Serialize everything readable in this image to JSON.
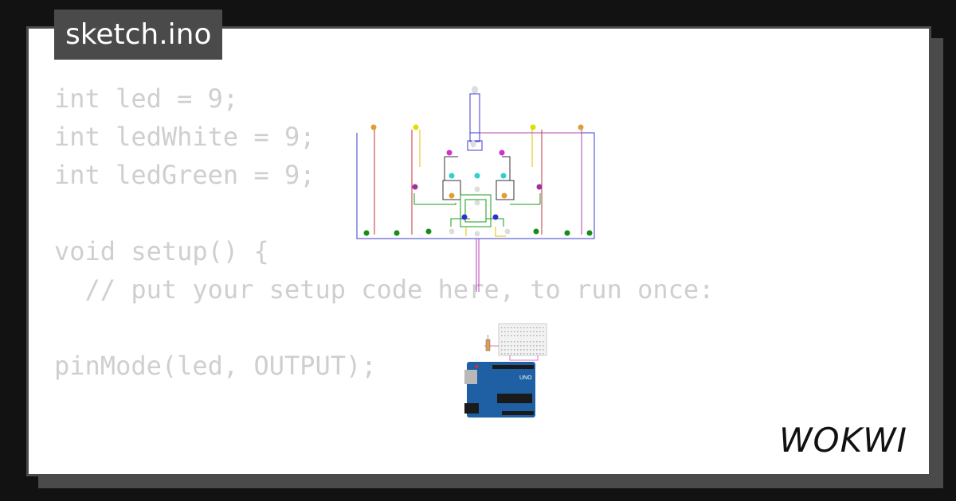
{
  "title": "sketch.ino",
  "code_lines": [
    "int led = 9;",
    "int ledWhite = 9;",
    "int ledGreen = 9;",
    "",
    "void setup() {",
    "  // put your setup code here, to run once:",
    "",
    "pinMode(led, OUTPUT);"
  ],
  "brand": "WOKWI",
  "colors": {
    "background": "#121212",
    "frame": "#4a4a4a",
    "card": "#ffffff",
    "code_text": "#cfcfcf",
    "arduino_board": "#1f5fa3"
  },
  "diagram": {
    "icons": [
      "led-array",
      "breadboard",
      "resistor",
      "arduino-uno-board"
    ],
    "board_label": "UNO"
  }
}
